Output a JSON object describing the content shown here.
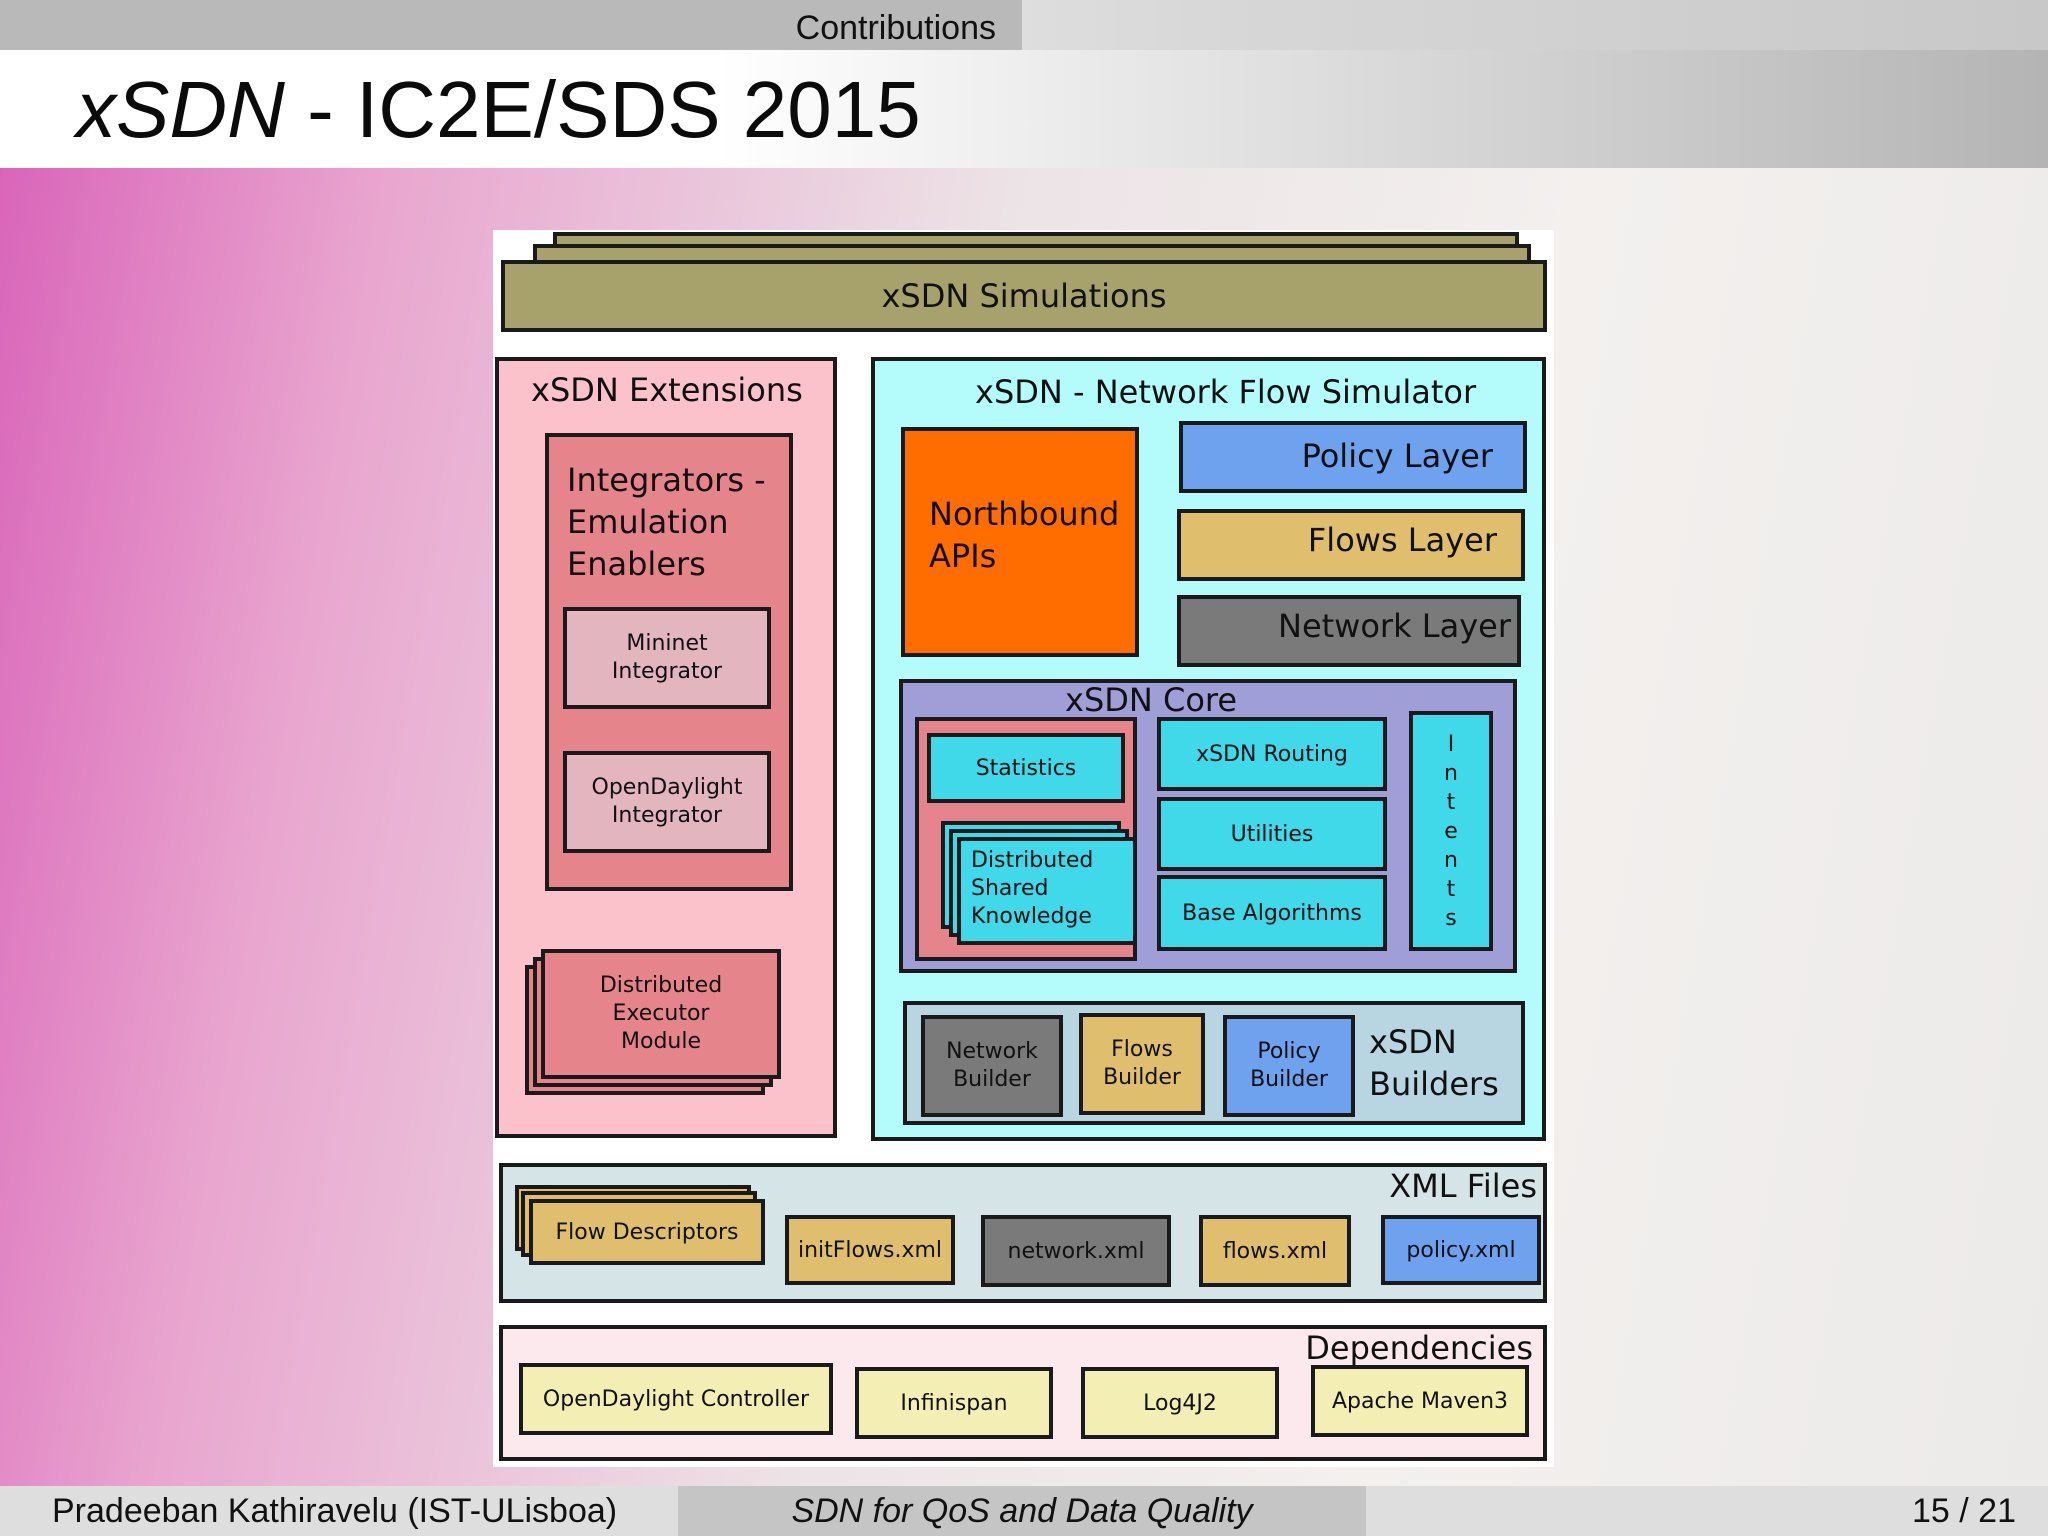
{
  "header": {
    "section": "Contributions",
    "title_italic": "xSDN",
    "title_rest": " - IC2E/SDS 2015"
  },
  "footer": {
    "author": "Pradeeban Kathiravelu  (IST-ULisboa)",
    "talk": "SDN for QoS and Data Quality",
    "page": "15 / 21"
  },
  "diagram": {
    "simulations": "xSDN Simulations",
    "extensions": {
      "title": "xSDN Extensions",
      "integrators": "Integrators -\nEmulation\nEnablers",
      "mininet": "Mininet\nIntegrator",
      "opendaylight": "OpenDaylight\nIntegrator",
      "executor": "Distributed\nExecutor\nModule"
    },
    "simulator": {
      "title": "xSDN - Network Flow Simulator",
      "northbound": "Northbound\nAPIs",
      "policy_layer": "Policy Layer",
      "flows_layer": "Flows Layer",
      "network_layer": "Network Layer",
      "core": {
        "title": "xSDN Core",
        "statistics": "Statistics",
        "dsk": "Distributed\nShared\nKnowledge",
        "routing": "xSDN Routing",
        "utilities": "Utilities",
        "base_algorithms": "Base Algorithms",
        "intents": [
          "I",
          "n",
          "t",
          "e",
          "n",
          "t",
          "s"
        ]
      },
      "builders": {
        "title": "xSDN\nBuilders",
        "network": "Network\nBuilder",
        "flows": "Flows\nBuilder",
        "policy": "Policy\nBuilder"
      }
    },
    "xml": {
      "title": "XML Files",
      "descriptors": "Flow Descriptors",
      "files": [
        "initFlows.xml",
        "network.xml",
        "flows.xml",
        "policy.xml"
      ]
    },
    "dependencies": {
      "title": "Dependencies",
      "items": [
        "OpenDaylight Controller",
        "Infinispan",
        "Log4J2",
        "Apache Maven3"
      ]
    }
  },
  "colors": {
    "olive": "#a7a26c",
    "pink_panel": "#fbc2cc",
    "salmon": "#e5848a",
    "light_pink": "#e2b5bf",
    "cyan_panel": "#b4fcfc",
    "orange": "#ff6d00",
    "blue": "#6ea2ef",
    "tan": "#dfbf6d",
    "gray": "#7a7a7a",
    "lavender": "#a09ed6",
    "cyan": "#3fd9e9",
    "builders_bg": "#b8d6e2",
    "xml_bg": "#d5e4e6",
    "deps_bg": "#fbe9ee",
    "deps_item": "#f3efb4"
  }
}
